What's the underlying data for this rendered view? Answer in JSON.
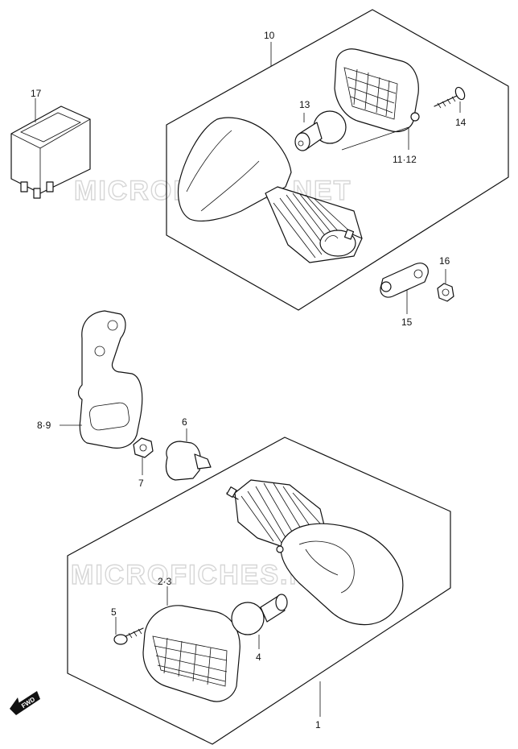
{
  "watermark": "MICROFICHES.NET",
  "fwd_label": "FWD",
  "parts": {
    "p1": "1",
    "p2_3": "2·3",
    "p4": "4",
    "p5": "5",
    "p6": "6",
    "p7": "7",
    "p8_9": "8·9",
    "p10": "10",
    "p11_12": "11·12",
    "p13": "13",
    "p14": "14",
    "p15": "15",
    "p16": "16",
    "p17": "17"
  }
}
